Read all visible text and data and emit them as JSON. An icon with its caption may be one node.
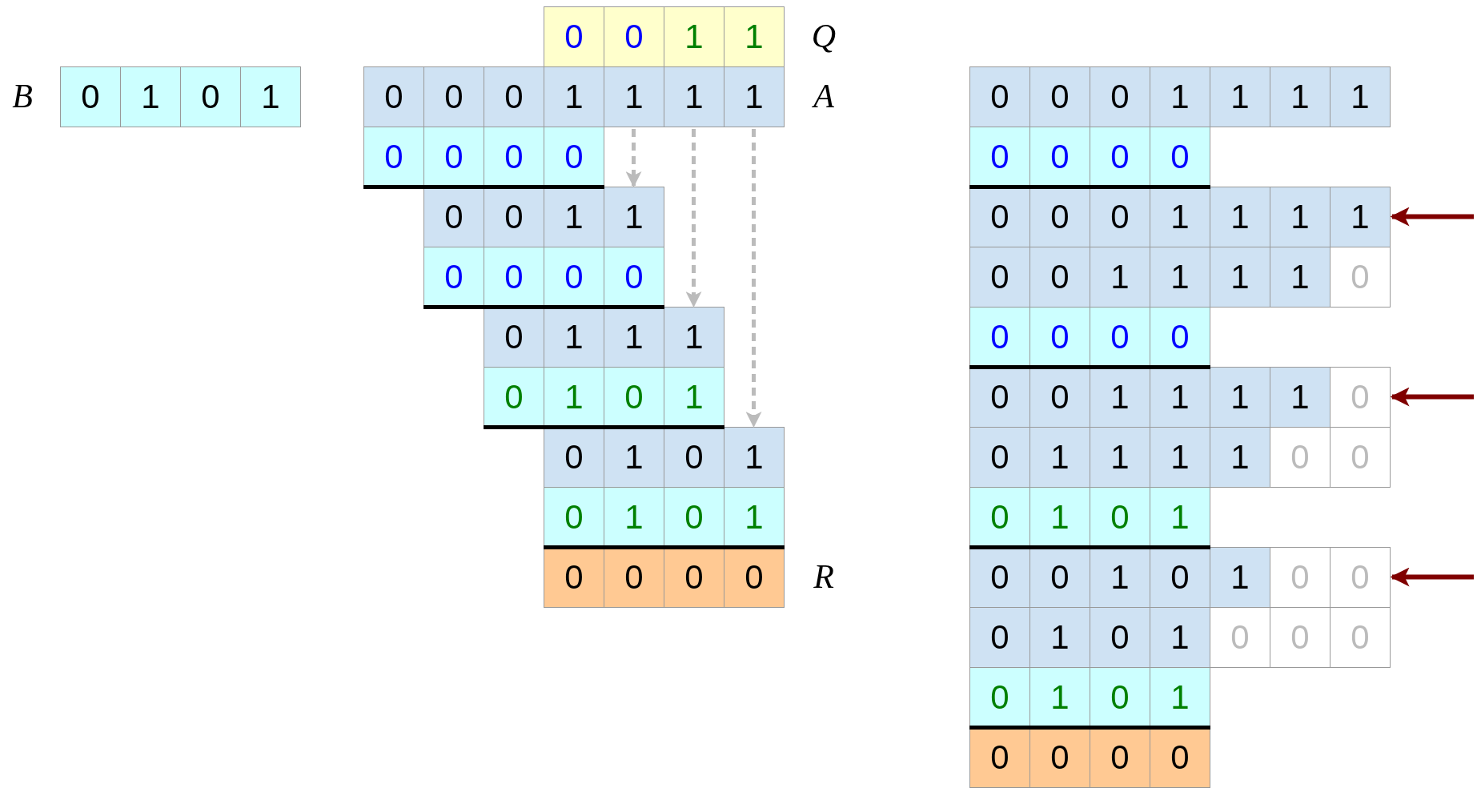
{
  "diagram": {
    "nodes": [
      {
        "text": [
          "0"
        ]
      },
      {
        "text": [
          "1"
        ]
      },
      {
        "text": [
          "0"
        ]
      },
      {
        "text": [
          "1"
        ]
      },
      {
        "text": [
          "0"
        ]
      },
      {
        "text": [
          "0"
        ]
      },
      {
        "text": [
          "1"
        ]
      },
      {
        "text": [
          "1"
        ]
      },
      {
        "text": [
          "0"
        ]
      },
      {
        "text": [
          "0"
        ]
      },
      {
        "text": [
          "0"
        ]
      },
      {
        "text": [
          "1"
        ]
      },
      {
        "text": [
          "1"
        ]
      },
      {
        "text": [
          "1"
        ]
      },
      {
        "text": [
          "1"
        ]
      },
      {
        "text": [
          "0"
        ]
      },
      {
        "text": [
          "0"
        ]
      },
      {
        "text": [
          "0"
        ]
      },
      {
        "text": [
          "0"
        ]
      },
      {
        "text": [
          "0"
        ]
      },
      {
        "text": [
          "0"
        ]
      },
      {
        "text": [
          "1"
        ]
      },
      {
        "text": [
          "1"
        ]
      },
      {
        "text": [
          "0"
        ]
      },
      {
        "text": [
          "0"
        ]
      },
      {
        "text": [
          "0"
        ]
      },
      {
        "text": [
          "0"
        ]
      },
      {
        "text": [
          "0"
        ]
      },
      {
        "text": [
          "1"
        ]
      },
      {
        "text": [
          "1"
        ]
      },
      {
        "text": [
          "1"
        ]
      },
      {
        "text": [
          "0"
        ]
      },
      {
        "text": [
          "1"
        ]
      },
      {
        "text": [
          "0"
        ]
      },
      {
        "text": [
          "1"
        ]
      },
      {
        "text": [
          "0"
        ]
      },
      {
        "text": [
          "1"
        ]
      },
      {
        "text": [
          "0"
        ]
      },
      {
        "text": [
          "1"
        ]
      },
      {
        "text": [
          "0"
        ]
      },
      {
        "text": [
          "1"
        ]
      },
      {
        "text": [
          "0"
        ]
      },
      {
        "text": [
          "1"
        ]
      },
      {
        "text": [
          "0"
        ]
      },
      {
        "text": [
          "0"
        ]
      },
      {
        "text": [
          "0"
        ]
      },
      {
        "text": [
          "0"
        ]
      },
      {
        "text": [
          "0"
        ]
      },
      {
        "text": [
          "0"
        ]
      },
      {
        "text": [
          "0"
        ]
      },
      {
        "text": [
          "1"
        ]
      },
      {
        "text": [
          "1"
        ]
      },
      {
        "text": [
          "1"
        ]
      },
      {
        "text": [
          "1"
        ]
      },
      {
        "text": [
          "0"
        ]
      },
      {
        "text": [
          "0"
        ]
      },
      {
        "text": [
          "0"
        ]
      },
      {
        "text": [
          "0"
        ]
      },
      {
        "text": [
          "0"
        ]
      },
      {
        "text": [
          "0"
        ]
      },
      {
        "text": [
          "0"
        ]
      },
      {
        "text": [
          "1"
        ]
      },
      {
        "text": [
          "1"
        ]
      },
      {
        "text": [
          "1"
        ]
      },
      {
        "text": [
          "1"
        ]
      },
      {
        "text": [
          "0"
        ]
      },
      {
        "text": [
          "0"
        ]
      },
      {
        "text": [
          "1"
        ]
      },
      {
        "text": [
          "1"
        ]
      },
      {
        "text": [
          "1"
        ]
      },
      {
        "text": [
          "1"
        ]
      },
      {
        "text": [
          "0"
        ]
      },
      {
        "text": [
          "0"
        ]
      },
      {
        "text": [
          "0"
        ]
      },
      {
        "text": [
          "0"
        ]
      },
      {
        "text": [
          "0"
        ]
      },
      {
        "text": [
          "0"
        ]
      },
      {
        "text": [
          "0"
        ]
      },
      {
        "text": [
          "1"
        ]
      },
      {
        "text": [
          "1"
        ]
      },
      {
        "text": [
          "1"
        ]
      },
      {
        "text": [
          "1"
        ]
      },
      {
        "text": [
          "0"
        ]
      },
      {
        "text": [
          "0"
        ]
      },
      {
        "text": [
          "1"
        ]
      },
      {
        "text": [
          "1"
        ]
      },
      {
        "text": [
          "1"
        ]
      },
      {
        "text": [
          "1"
        ]
      },
      {
        "text": [
          "0"
        ]
      },
      {
        "text": [
          "0"
        ]
      },
      {
        "text": [
          "0"
        ]
      },
      {
        "text": [
          "1"
        ]
      },
      {
        "text": [
          "0"
        ]
      },
      {
        "text": [
          "1"
        ]
      },
      {
        "text": [
          "0"
        ]
      },
      {
        "text": [
          "0"
        ]
      },
      {
        "text": [
          "1"
        ]
      },
      {
        "text": [
          "0"
        ]
      },
      {
        "text": [
          "1"
        ]
      },
      {
        "text": [
          "0"
        ]
      },
      {
        "text": [
          "0"
        ]
      },
      {
        "text": [
          "0"
        ]
      },
      {
        "text": [
          "1"
        ]
      },
      {
        "text": [
          "0"
        ]
      },
      {
        "text": [
          "1"
        ]
      },
      {
        "text": [
          "0"
        ]
      },
      {
        "text": [
          "0"
        ]
      },
      {
        "text": [
          "0"
        ]
      },
      {
        "text": [
          "0"
        ]
      },
      {
        "text": [
          "1"
        ]
      },
      {
        "text": [
          "0"
        ]
      },
      {
        "text": [
          "1"
        ]
      },
      {
        "text": [
          "0"
        ]
      },
      {
        "text": [
          "0"
        ]
      },
      {
        "text": [
          "0"
        ]
      },
      {
        "text": [
          "0"
        ]
      }
    ],
    "edges": [
      {
        "from": 12,
        "to": 22,
        "arrow": "to",
        "style": "dashed",
        "color": "#bbbbbb"
      },
      {
        "from": 13,
        "to": 30,
        "arrow": "to",
        "style": "dashed",
        "color": "#bbbbbb"
      },
      {
        "from": 14,
        "to": 38,
        "arrow": "to",
        "style": "dashed",
        "color": "#bbbbbb"
      },
      {
        "from": null,
        "to": 64,
        "arrow": "to",
        "color": "#800000"
      },
      {
        "from": null,
        "to": 82,
        "arrow": "to",
        "color": "#800000"
      },
      {
        "from": null,
        "to": 100,
        "arrow": "to",
        "color": "#800000"
      }
    ],
    "labels": [
      "Q",
      "B",
      "A",
      "R"
    ]
  }
}
